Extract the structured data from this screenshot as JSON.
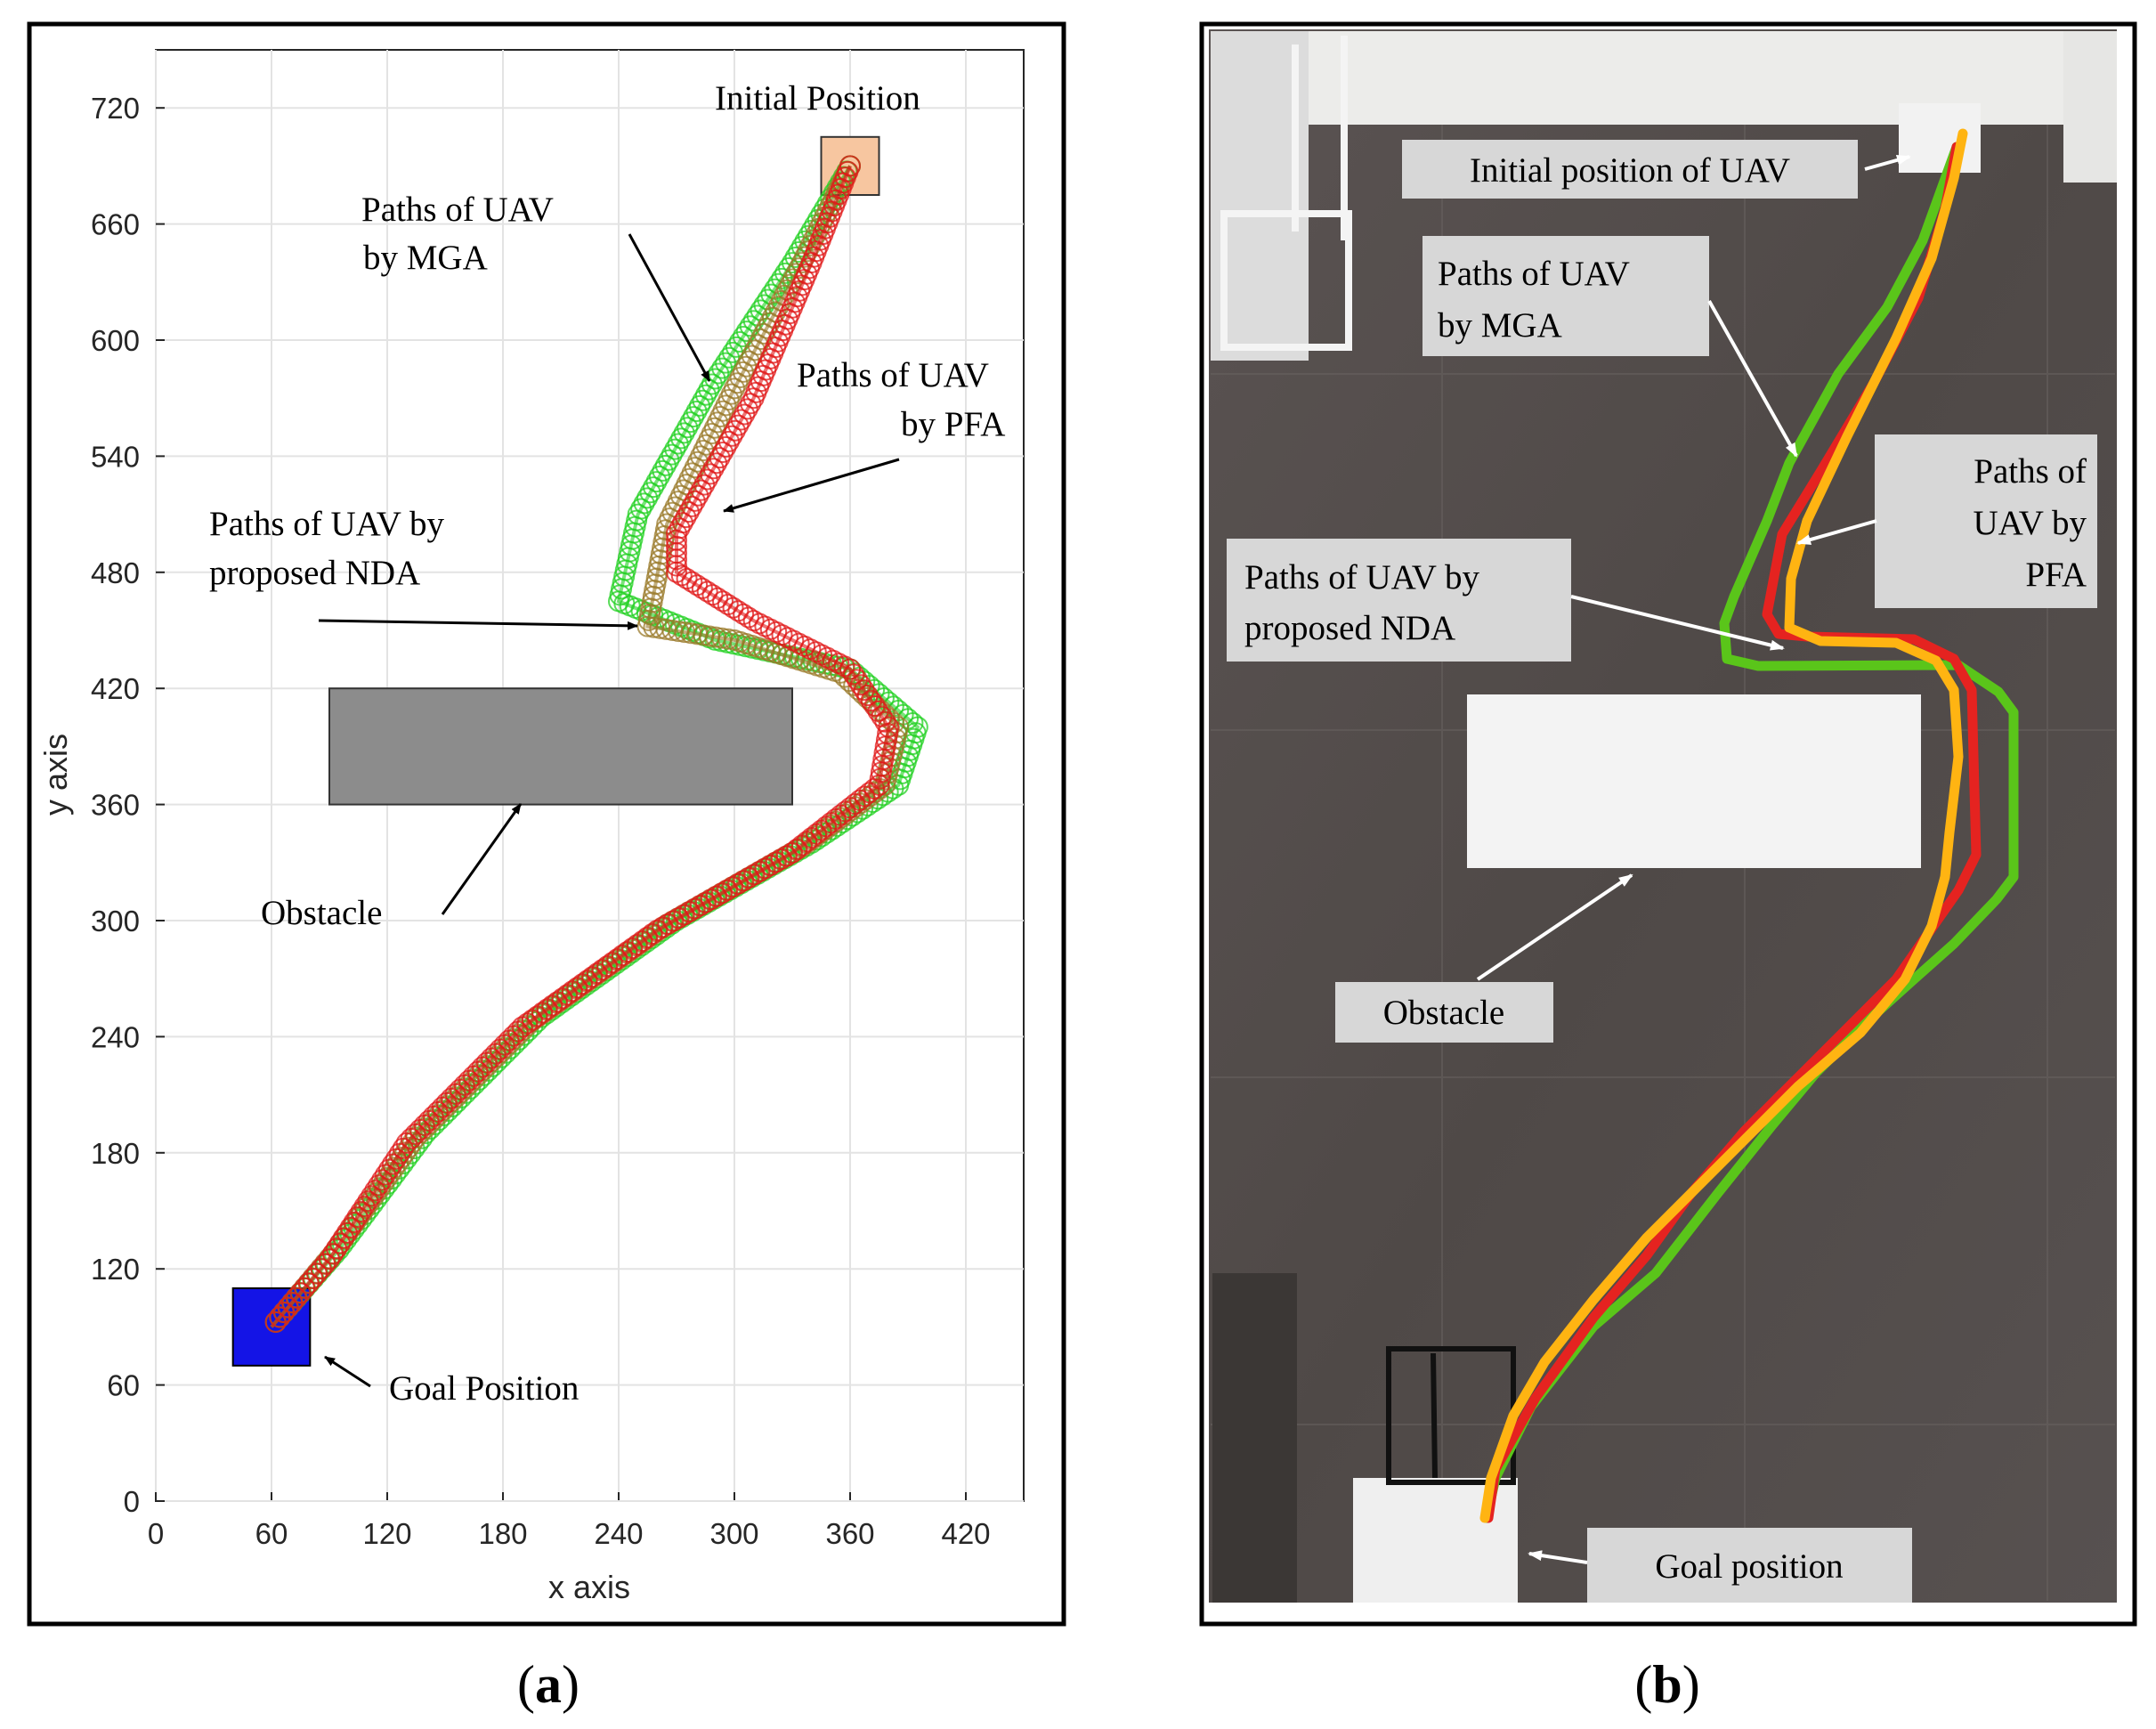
{
  "panel_a": {
    "caption_open": "(",
    "caption_letter": "a",
    "caption_close": ")",
    "xlabel": "x axis",
    "ylabel": "y axis",
    "annotations": {
      "initial": "Initial Position",
      "mga": [
        "Paths of UAV",
        "by MGA"
      ],
      "pfa": [
        "Paths of UAV",
        "by PFA"
      ],
      "nda": [
        "Paths of UAV by",
        "proposed NDA"
      ],
      "obstacle": "Obstacle",
      "goal": "Goal Position"
    }
  },
  "panel_b": {
    "caption_open": "(",
    "caption_letter": "b",
    "caption_close": ")",
    "labels": {
      "initial": "Initial position of UAV",
      "mga": [
        "Paths of UAV",
        "by MGA"
      ],
      "pfa": [
        "Paths of",
        "UAV by",
        "PFA"
      ],
      "nda": [
        "Paths of UAV by",
        "proposed NDA"
      ],
      "obstacle": "Obstacle",
      "goal": "Goal position"
    },
    "colors": {
      "mga": "#5ac51a",
      "pfa": "#e52320",
      "nda": "#ffb412"
    }
  },
  "chart_data": {
    "type": "line",
    "xlabel": "x axis",
    "ylabel": "y axis",
    "xlim": [
      0,
      450
    ],
    "ylim": [
      0,
      750
    ],
    "xticks": [
      0,
      60,
      120,
      180,
      240,
      300,
      360,
      420
    ],
    "yticks": [
      0,
      60,
      120,
      180,
      240,
      300,
      360,
      420,
      480,
      540,
      600,
      660,
      720
    ],
    "grid": true,
    "obstacle": {
      "x": [
        90,
        330
      ],
      "y": [
        360,
        420
      ]
    },
    "initial_position": {
      "x": [
        345,
        375
      ],
      "y": [
        675,
        705
      ]
    },
    "goal_position": {
      "x": [
        40,
        80
      ],
      "y": [
        70,
        110
      ]
    },
    "series": [
      {
        "name": "Paths of UAV by MGA",
        "color": "#22d022",
        "x": [
          360,
          330,
          290,
          250,
          240,
          290,
          360,
          395,
          385,
          340,
          270,
          200,
          140,
          95,
          60
        ],
        "y": [
          690,
          640,
          580,
          510,
          465,
          445,
          430,
          400,
          370,
          340,
          300,
          250,
          190,
          130,
          90
        ]
      },
      {
        "name": "Paths of UAV by PFA",
        "color": "#e01818",
        "x": [
          360,
          340,
          310,
          270,
          270,
          310,
          360,
          380,
          375,
          330,
          260,
          190,
          130,
          90,
          60
        ],
        "y": [
          690,
          640,
          570,
          500,
          480,
          455,
          430,
          400,
          370,
          335,
          295,
          245,
          185,
          125,
          90
        ]
      },
      {
        "name": "Paths of UAV by proposed NDA",
        "color": "#9a7a2a",
        "x": [
          360,
          335,
          300,
          265,
          255,
          300,
          355,
          385,
          378,
          335,
          265,
          195,
          135,
          92,
          60
        ],
        "y": [
          690,
          640,
          575,
          505,
          452,
          445,
          428,
          400,
          370,
          338,
          298,
          248,
          188,
          128,
          90
        ]
      }
    ]
  }
}
